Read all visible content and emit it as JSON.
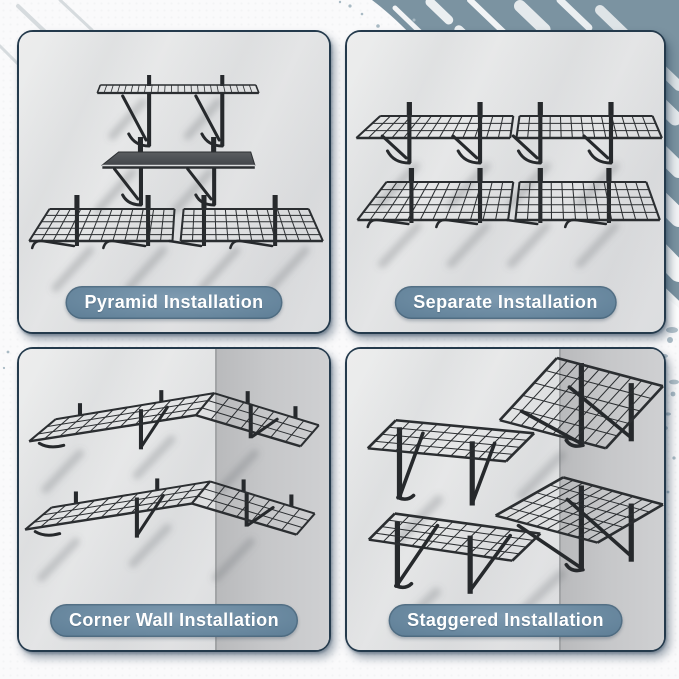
{
  "image": {
    "type": "product-feature-grid",
    "subject": "black wire wall-mounted garage shelves shown in four installation layouts"
  },
  "panels": [
    {
      "id": "pyramid",
      "label": "Pyramid Installation"
    },
    {
      "id": "separate",
      "label": "Separate Installation"
    },
    {
      "id": "corner",
      "label": "Corner Wall Installation"
    },
    {
      "id": "staggered",
      "label": "Staggered Installation"
    }
  ],
  "colors": {
    "paint_accent": "#7b93a1",
    "badge_bg": "#6a89a0",
    "badge_text": "#ffffff",
    "panel_border": "#243a4c",
    "panel_wall_light": "#e3e4e5",
    "panel_wall_dark": "#c2c3c5",
    "shelf_metal": "#2b2e31",
    "background": "#fafafb"
  }
}
